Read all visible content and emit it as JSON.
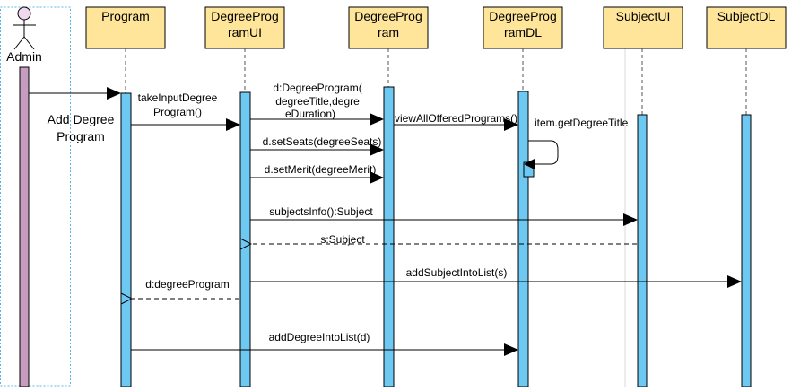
{
  "actor": {
    "name": "Admin"
  },
  "lifelines": [
    {
      "id": "program",
      "lines": [
        "Program"
      ]
    },
    {
      "id": "degreeprogramui",
      "lines": [
        "DegreeProg",
        "ramUI"
      ]
    },
    {
      "id": "degreeprogram",
      "lines": [
        "DegreeProg",
        "ram"
      ]
    },
    {
      "id": "degreeprogramdl",
      "lines": [
        "DegreeProg",
        "ramDL"
      ]
    },
    {
      "id": "subjectui",
      "lines": [
        "SubjectUI"
      ]
    },
    {
      "id": "subjectdl",
      "lines": [
        "SubjectDL"
      ]
    }
  ],
  "note": {
    "lines": [
      "Add Degree",
      "Program"
    ]
  },
  "messages": [
    {
      "id": "m-admin-program",
      "lines": []
    },
    {
      "id": "m-take-input",
      "lines": [
        "takeInputDegree",
        "Program()"
      ]
    },
    {
      "id": "m-create-degree",
      "lines": [
        "d:DegreeProgram(",
        "degreeTitle,degre",
        "eDuration)"
      ]
    },
    {
      "id": "m-view-all",
      "lines": [
        "viewAllOfferedPrograms()"
      ]
    },
    {
      "id": "m-get-title",
      "lines": [
        "item.getDegreeTitle"
      ]
    },
    {
      "id": "m-set-seats",
      "lines": [
        "d.setSeats(degreeSeats)"
      ]
    },
    {
      "id": "m-set-merit",
      "lines": [
        "d.setMerit(degreeMerit)"
      ]
    },
    {
      "id": "m-subjects-info",
      "lines": [
        "subjectsInfo():Subject"
      ]
    },
    {
      "id": "m-return-subject",
      "lines": [
        "s:Subject"
      ]
    },
    {
      "id": "m-add-subject",
      "lines": [
        "addSubjectIntoList(s)"
      ]
    },
    {
      "id": "m-return-degree",
      "lines": [
        "d:degreeProgram"
      ]
    },
    {
      "id": "m-add-degree",
      "lines": [
        "addDegreeIntoList(d)"
      ]
    }
  ],
  "colors": {
    "header_fill": "#ffe599",
    "header_stroke": "#000000",
    "activation_fill": "#6ec9f2",
    "admin_activation_fill": "#c69cc0",
    "actor_head_fill": "#efd9ee",
    "lifeline": "#555555",
    "boundary": "#55b7e8"
  }
}
